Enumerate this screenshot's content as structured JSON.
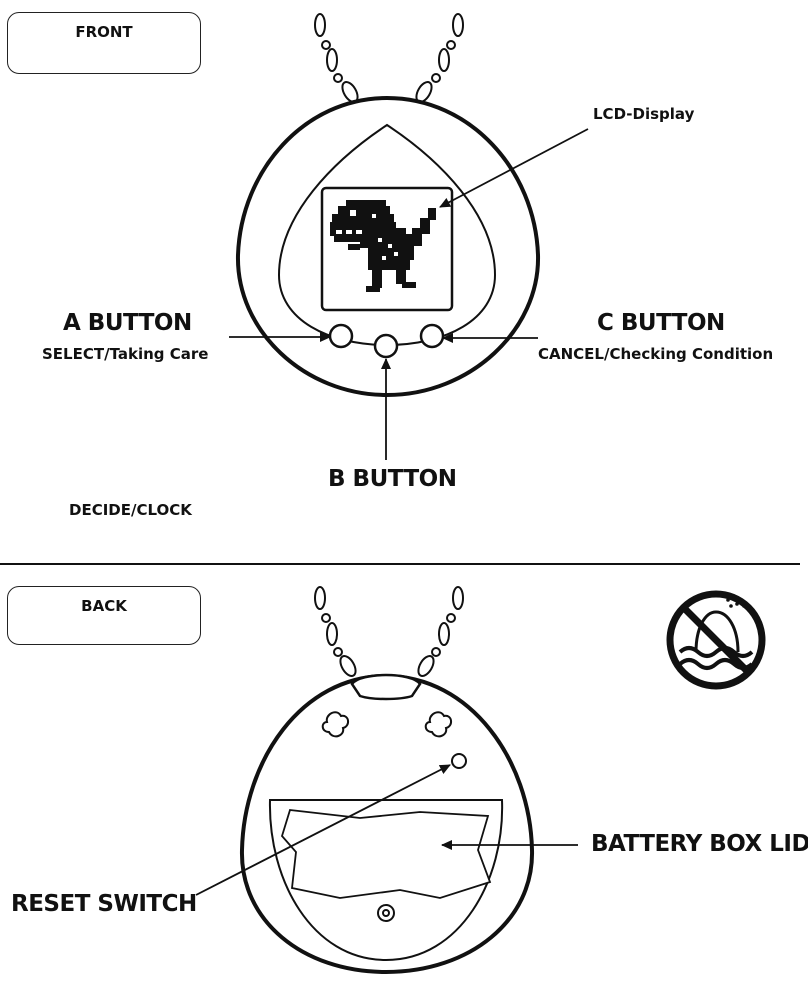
{
  "front": {
    "tag": "FRONT",
    "lcd_label": "LCD-Display",
    "a_button": {
      "title": "A BUTTON",
      "desc": "SELECT/Taking Care"
    },
    "b_button": {
      "title": "B BUTTON",
      "desc": "DECIDE/CLOCK"
    },
    "c_button": {
      "title": "C BUTTON",
      "desc": "CANCEL/Checking Condition"
    }
  },
  "back": {
    "tag": "BACK",
    "battery_label": "BATTERY BOX LID",
    "reset_label": "RESET SWITCH",
    "no_water_icon": "no-water-icon"
  },
  "colors": {
    "ink": "#111111",
    "background": "#ffffff"
  }
}
